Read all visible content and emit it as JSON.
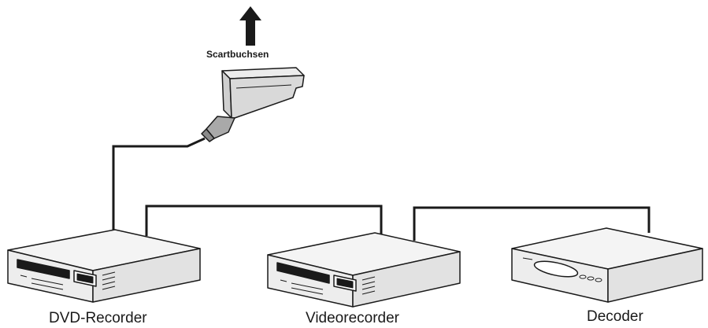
{
  "labels": {
    "scart": "Scartbuchsen",
    "dvd_recorder": "DVD-Recorder",
    "videorecorder": "Videorecorder",
    "decoder": "Decoder"
  },
  "icons": {
    "arrow": "up-arrow-icon",
    "plug": "scart-plug-icon"
  },
  "colors": {
    "line": "#1a1a1a",
    "device_body": "#f4f4f4",
    "plug_body": "#d9d9d9"
  }
}
